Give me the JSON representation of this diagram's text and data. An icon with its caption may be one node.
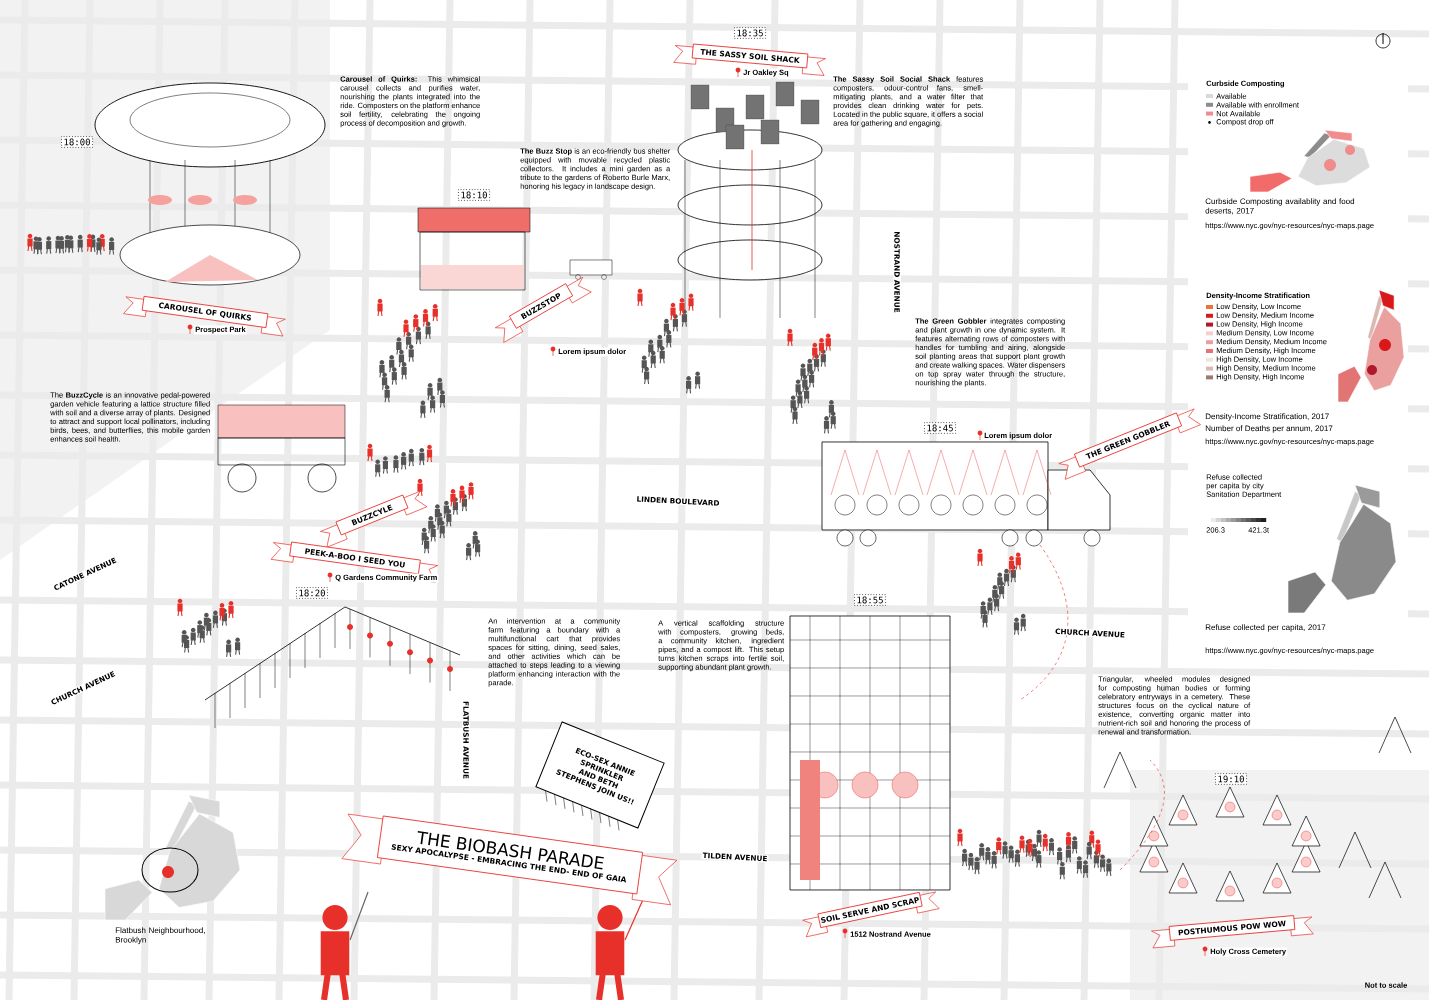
{
  "diagram": {
    "nodes": [
      {
        "text": [
          "18:00"
        ]
      },
      {
        "text": [
          "CAROUSEL OF QUIRKS"
        ],
        "beside": [
          "Prospect Park"
        ]
      },
      {
        "text": [
          "18:10"
        ]
      },
      {
        "text": [
          "BUZZSTOP"
        ],
        "beside": [
          "Lorem ipsum dolor"
        ]
      },
      {
        "text": [
          "18:35"
        ]
      },
      {
        "text": [
          "THE SASSY SOIL SHACK"
        ],
        "beside": [
          "Jr Oakley Sq"
        ]
      },
      {
        "text": [
          "18:45"
        ]
      },
      {
        "text": [
          "THE GREEN GOBBLER"
        ]
      },
      {
        "text": [
          "BUZZCYLE"
        ]
      },
      {
        "text": [
          "PEEK-A-BOO I SEED YOU"
        ],
        "beside": [
          "Q Gardens Community Farm"
        ]
      },
      {
        "text": [
          "18:20"
        ]
      },
      {
        "text": [
          "18:55"
        ]
      },
      {
        "text": [
          "SOIL SERVE AND SCRAP"
        ],
        "beside": [
          "1512 Nostrand Avenue"
        ]
      },
      {
        "text": [
          "19:10"
        ]
      },
      {
        "text": [
          "POSTHUMOUS POW WOW"
        ],
        "beside": [
          "Holy Cross Cemetery"
        ]
      },
      {
        "text": [
          "THE BIOBASH PARADE",
          "SEXY APOCALYPSE - EMBRACING THE END- END OF GAIA"
        ]
      },
      {
        "text": [
          "ECO-SEX ANNIE SPRINKLER AND BETH STEPHENS JOIN US!!"
        ]
      }
    ],
    "labels": [
      "**Carousel of Quirks:** This whimsical carousel collects and purifies water, nourishing the plants integrated into the ride. Composters on the platform enhance soil fertility, celebrating the ongoing process of decomposition and growth.",
      "**The Buzz Stop** is an eco-friendly bus shelter equipped with movable recycled plastic collectors. It includes a mini garden as a tribute to the gardens of Roberto Burle Marx, honoring his legacy in landscape design.",
      "**The Sassy Soil Social Shack** features composters, odour-control fans, smell-mitigating plants, and a water filter that provides clean drinking water for pets. Located in the public square, it offers a social area for gathering and engaging.",
      "Curbside Composting",
      "Curbside Composting availablity and food deserts, 2017",
      "https://www.nyc.gov/nyc-resources/nyc-maps.page",
      "Density-Income Stratification",
      "NOSTRAND AVENUE",
      "**The Green Gobbler** integrates composting and plant growth in one dynamic system. It features alternating rows of composters with handles for tumbling and airing, alongside soil planting areas that support plant growth and create walking spaces. Water dispensers on top spray water through the structure, nourishing the plants.",
      "The **BuzzCycle** is an innovative pedal-powered garden vehicle featuring a lattice structure filled with soil and a diverse array of plants. Designed to attract and support local pollinators, including birds, bees, and butterflies, this mobile garden enhances soil health.",
      "Density-Income Stratification, 2017",
      "Number of Deaths per annum, 2017",
      "https://www.nyc.gov/nyc-resources/nyc-maps.page",
      "Lorem ipsum dolor",
      "Refuse collected per capita by city Sanitation Department",
      "206.3",
      "421.3t",
      "LINDEN BOULEVARD",
      "CATONE AVENUE",
      "CHURCH AVENUE",
      "Refuse collected per capita, 2017",
      "https://www.nyc.gov/nyc-resources/nyc-maps.page",
      "An intervention at a community farm featuring a boundary with a multifunctional cart that provides spaces for sitting, dining, seed sales, and other activities which can be attached to steps leading to a viewing platform enhancing interaction with the parade.",
      "A vertical scaffolding structure with composters, growing beds, a community kitchen, ingredient pipes, and a compost lift. This setup turns kitchen scraps into fertile soil, supporting abundant plant growth.",
      "CHURCH AVENUE",
      "Triangular, wheeled modules designed for composting human bodies or forming celebratory entryways in a cemetery. These structures focus on the cyclical nature of existence, converting organic matter into nutrient-rich soil and honoring the process of renewal and transformation.",
      "FLATBUSH AVENUE",
      "TILDEN AVENUE",
      "Flatbush Neighbourhood, Brooklyn",
      "Not to scale"
    ],
    "legend": [
      {
        "text": "Available",
        "color": "#d9d9d9"
      },
      {
        "text": "Available with enrollment",
        "color": "#8c8c8c"
      },
      {
        "text": "Not Available",
        "color": "#f08c8c"
      },
      {
        "text": "Compost drop off"
      },
      {
        "text": "Low Density, Low Income",
        "color": "#e8743b"
      },
      {
        "text": "Low Density, Medium Income",
        "color": "#d7191c"
      },
      {
        "text": "Low Density, High Income",
        "color": "#b2182b"
      },
      {
        "text": "Medium Density, Low Income",
        "color": "#f6cccc"
      },
      {
        "text": "Medium Density, Medium Income",
        "color": "#eba0a0"
      },
      {
        "text": "Medium Density, High Income",
        "color": "#e37474"
      },
      {
        "text": "High Density, Low Income",
        "color": "#ece6dc"
      },
      {
        "text": "High Density, Medium Income",
        "color": "#d8b8b0"
      },
      {
        "text": "High Density, High Income",
        "color": "#a0786e"
      }
    ]
  }
}
